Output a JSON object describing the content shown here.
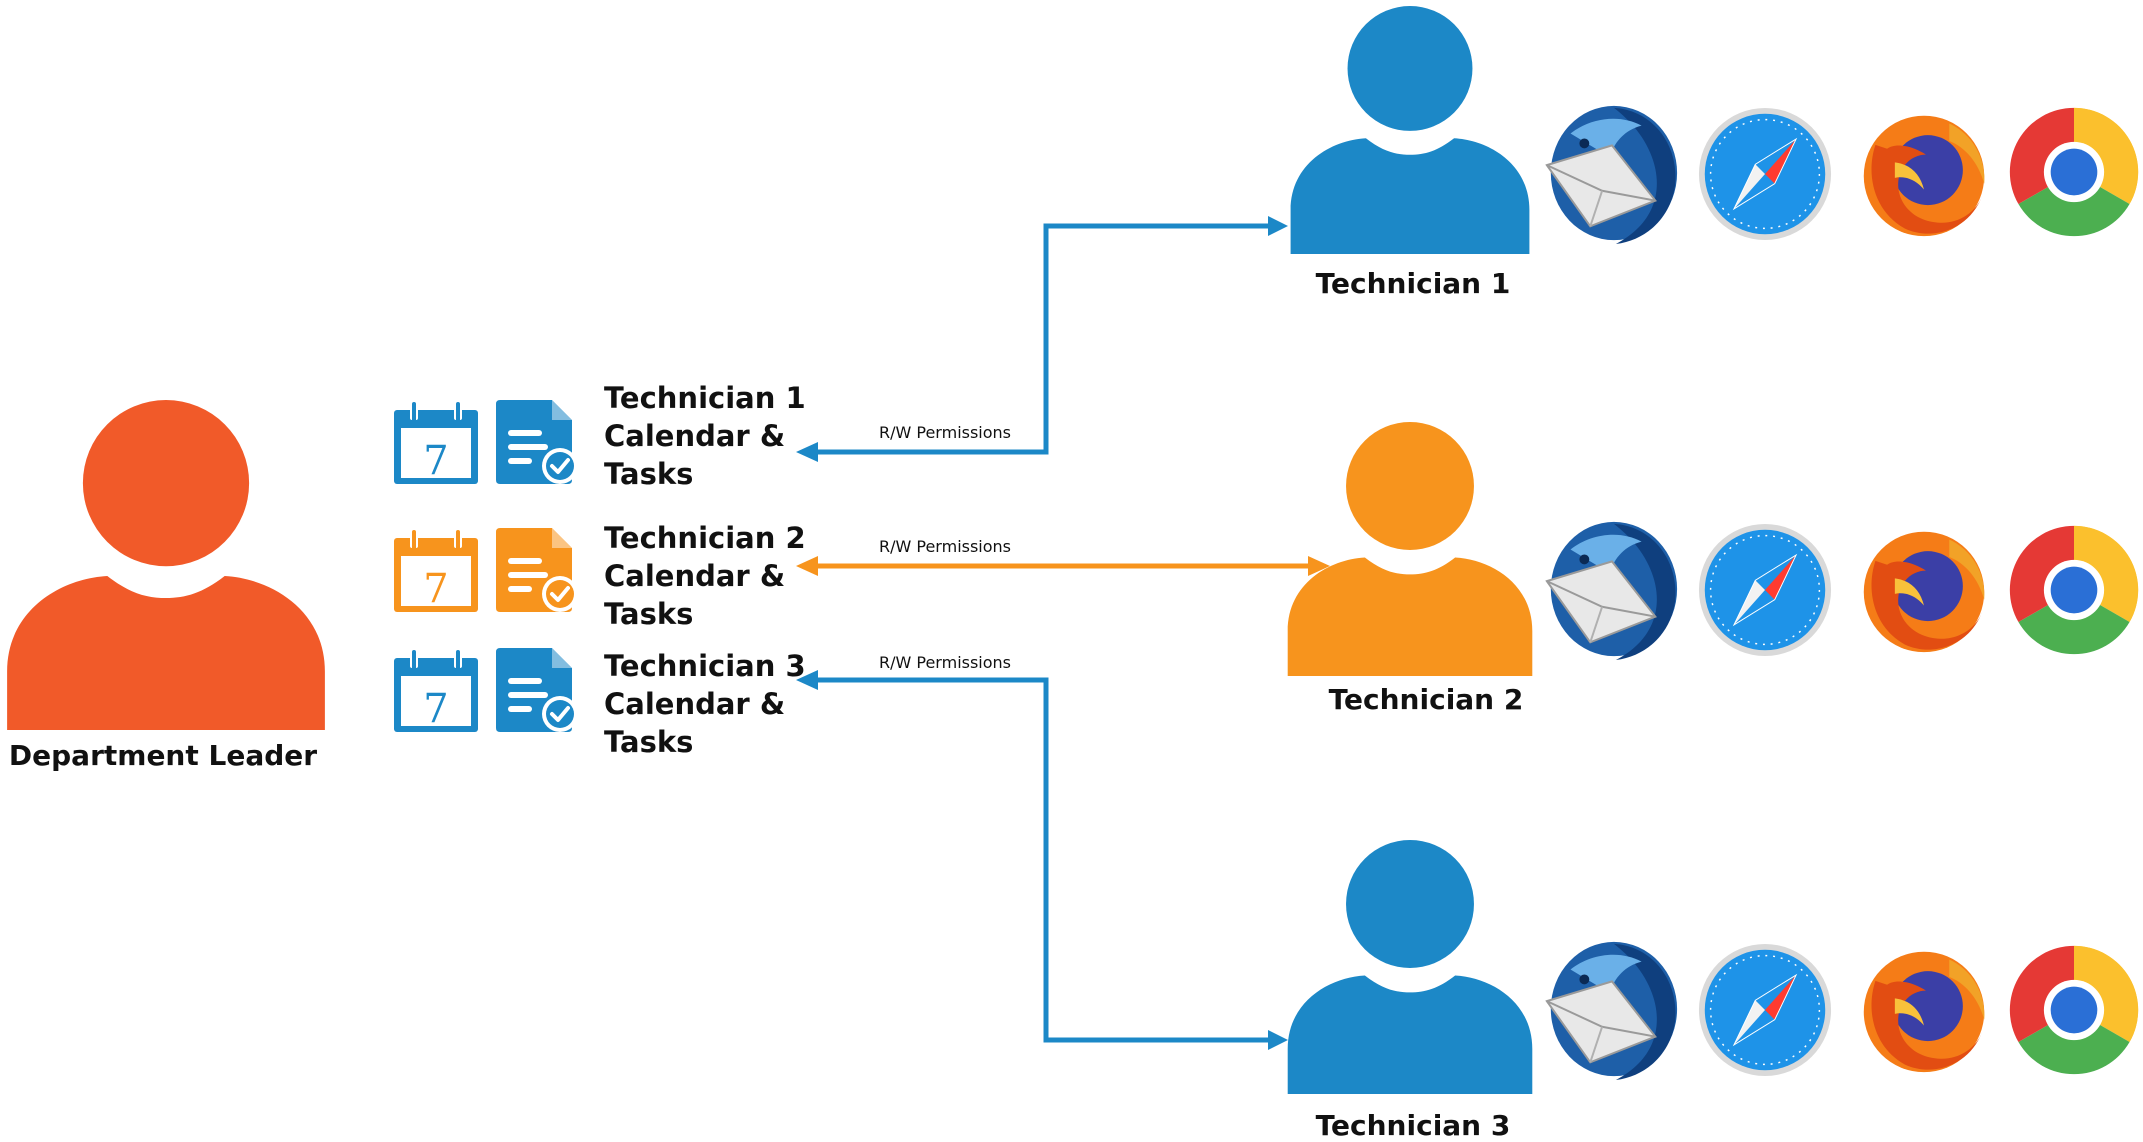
{
  "colors": {
    "leader": "#f15a29",
    "technician_blue": "#1c88c7",
    "technician_orange": "#f7941d",
    "arrow_blue": "#1c88c7",
    "arrow_orange": "#f7941d"
  },
  "leader": {
    "label": "Department Leader"
  },
  "resources": [
    {
      "line1": "Technician 1",
      "line2": "Calendar &",
      "line3": "Tasks",
      "calendar_day": "7",
      "color": "#1c88c7"
    },
    {
      "line1": "Technician 2",
      "line2": "Calendar &",
      "line3": "Tasks",
      "calendar_day": "7",
      "color": "#f7941d"
    },
    {
      "line1": "Technician 3",
      "line2": "Calendar &",
      "line3": "Tasks",
      "calendar_day": "7",
      "color": "#1c88c7"
    }
  ],
  "technicians": [
    {
      "label": "Technician 1",
      "color": "#1c88c7"
    },
    {
      "label": "Technician 2",
      "color": "#f7941d"
    },
    {
      "label": "Technician 3",
      "color": "#1c88c7"
    }
  ],
  "connections": [
    {
      "label": "R/W Permissions",
      "direction": "technician-to-resource",
      "color": "#1c88c7"
    },
    {
      "label": "R/W Permissions",
      "direction": "bidirectional",
      "color": "#f7941d"
    },
    {
      "label": "R/W Permissions",
      "direction": "bidirectional",
      "color": "#1c88c7"
    }
  ],
  "client_apps": [
    "thunderbird-icon",
    "safari-icon",
    "firefox-icon",
    "chrome-icon"
  ]
}
